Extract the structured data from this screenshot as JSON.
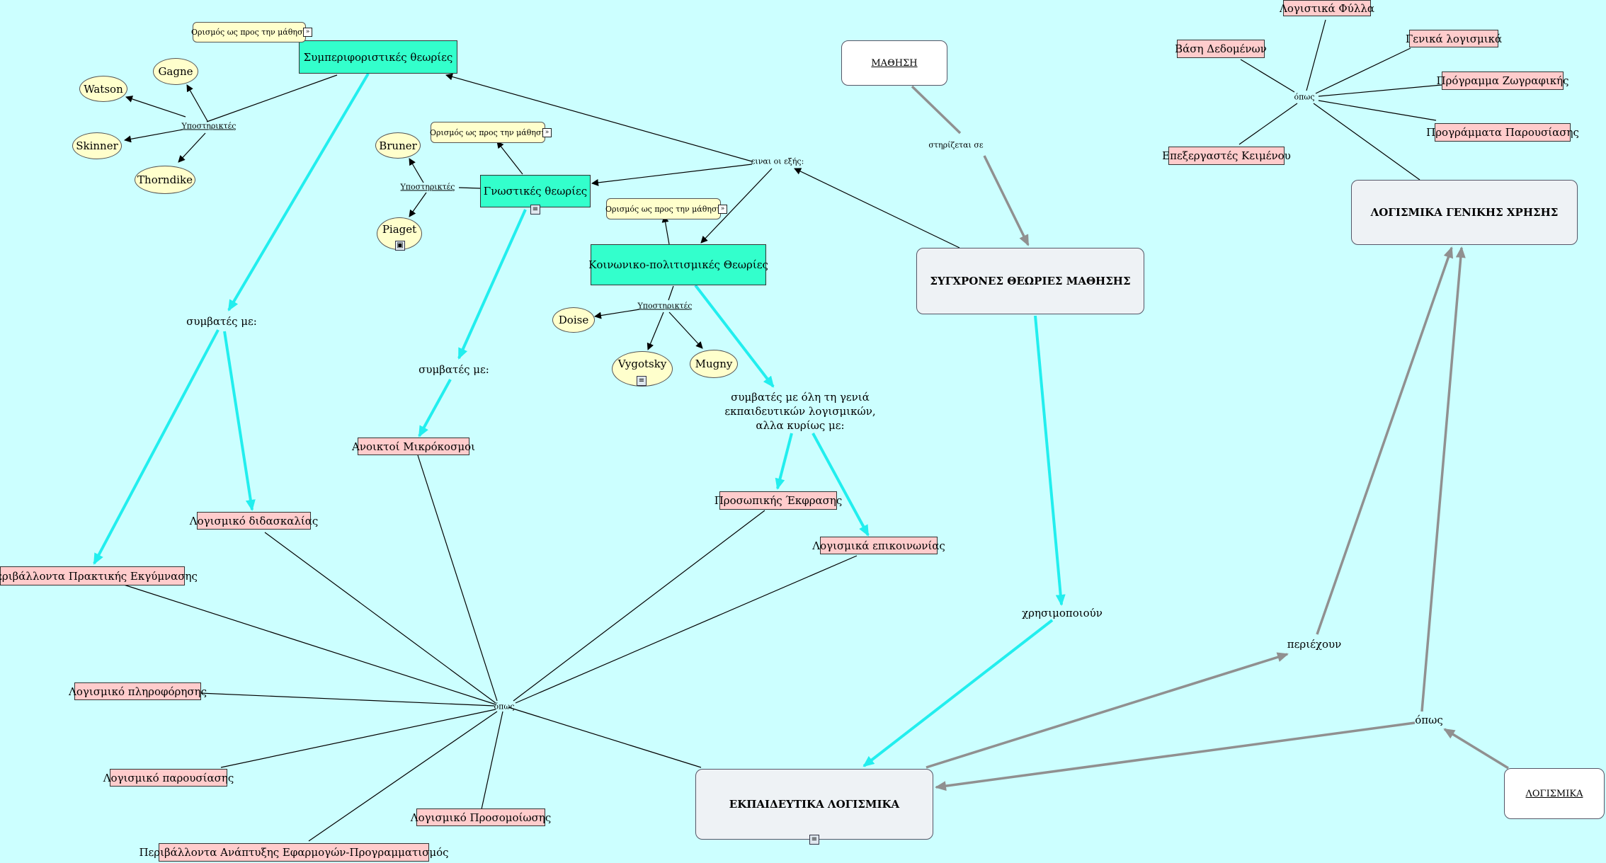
{
  "nodes": {
    "behaviorist": {
      "text": "Συμπεριφοριστικές θεωρίες",
      "definition": "Ορισμός ως προς την μάθηση"
    },
    "cognitive": {
      "text": "Γνωστικές θεωρίες",
      "definition": "Ορισμός ως προς την μάθηση"
    },
    "sociocultural": {
      "text": "Κοινωνικο-πολιτισμικές Θεωρίες",
      "definition": "Ορισμός ως προς την μάθηση"
    },
    "watson": "Watson",
    "gagne": "Gagne",
    "skinner": "Skinner",
    "thorndike": "Thorndike",
    "bruner": "Bruner",
    "piaget": "Piaget",
    "doise": "Doise",
    "vygotsky": "Vygotsky",
    "mugny": "Mugny",
    "learning": "ΜΑΘΗΣΗ",
    "modern_theories": "ΣΥΓΧΡΟΝΕΣ ΘΕΩΡΙΕΣ ΜΑΘΗΣΗΣ",
    "general_software": "ΛΟΓΙΣΜΙΚΑ ΓΕΝΙΚΗΣ ΧΡΗΣΗΣ",
    "educational_software": "ΕΚΠΑΙΔΕΥΤΙΚΑ ΛΟΓΙΣΜΙΚΑ",
    "software": "ΛΟΓΙΣΜΙΚΑ",
    "open_microworlds": "Ανοικτοί Μικρόκοσμοι",
    "teaching_software": "Λογισμικό διδασκαλίας",
    "practice_env": "Περιβάλλοντα Πρακτικής Εκγύμνασης",
    "information_software": "Λογισμικό πληροφόρησης",
    "presentation_software": "Λογισμικό παρουσίασης",
    "programming_env": "Περιβάλλοντα Ανάπτυξης Εφαρμογών-Προγραμματισμός",
    "simulation_software": "Λογισμικό Προσομοίωσης",
    "personal_expression": "Προσωπικής Έκφρασης",
    "communication_software": "Λογισμικά επικοινωνίας",
    "spreadsheets": "Λογιστικά Φύλλα",
    "database": "Βάση Δεδομένων",
    "general_software_item": "Γενικά λογισμικά",
    "paint_program": "Πρόγραμμα Ζωγραφικής",
    "presentation_programs": "Προγράμματα Παρουσίασης",
    "word_processor": "Επεξεργαστές Κειμένου"
  },
  "labels": {
    "supporters_1": "Υποστηρικτές",
    "supporters_2": "Υποστηρικτές",
    "supporters_3": "Υποστηρικτές",
    "compatible_1": "συμβατές με:",
    "compatible_2": "συμβατές με:",
    "compatible_3": "συμβατές με όλη τη γενιά εκπαιδευτικών λογισμικών, αλλα κυρίως με:",
    "are_as_follows": "ειναι οι εξής:",
    "based_on": "στηρίζεται σε",
    "use": "χρησιμοποιούν",
    "contain": "περιέχουν",
    "such_as_1": "όπως",
    "such_as_2": "όπως",
    "such_as_3": "όπως"
  },
  "colors": {
    "background": "#ccffff",
    "theory": "#33ffcc",
    "person": "#ffffcc",
    "software": "#ffcccc",
    "cyan_link": "#22eeee",
    "gray_link": "#909090"
  }
}
